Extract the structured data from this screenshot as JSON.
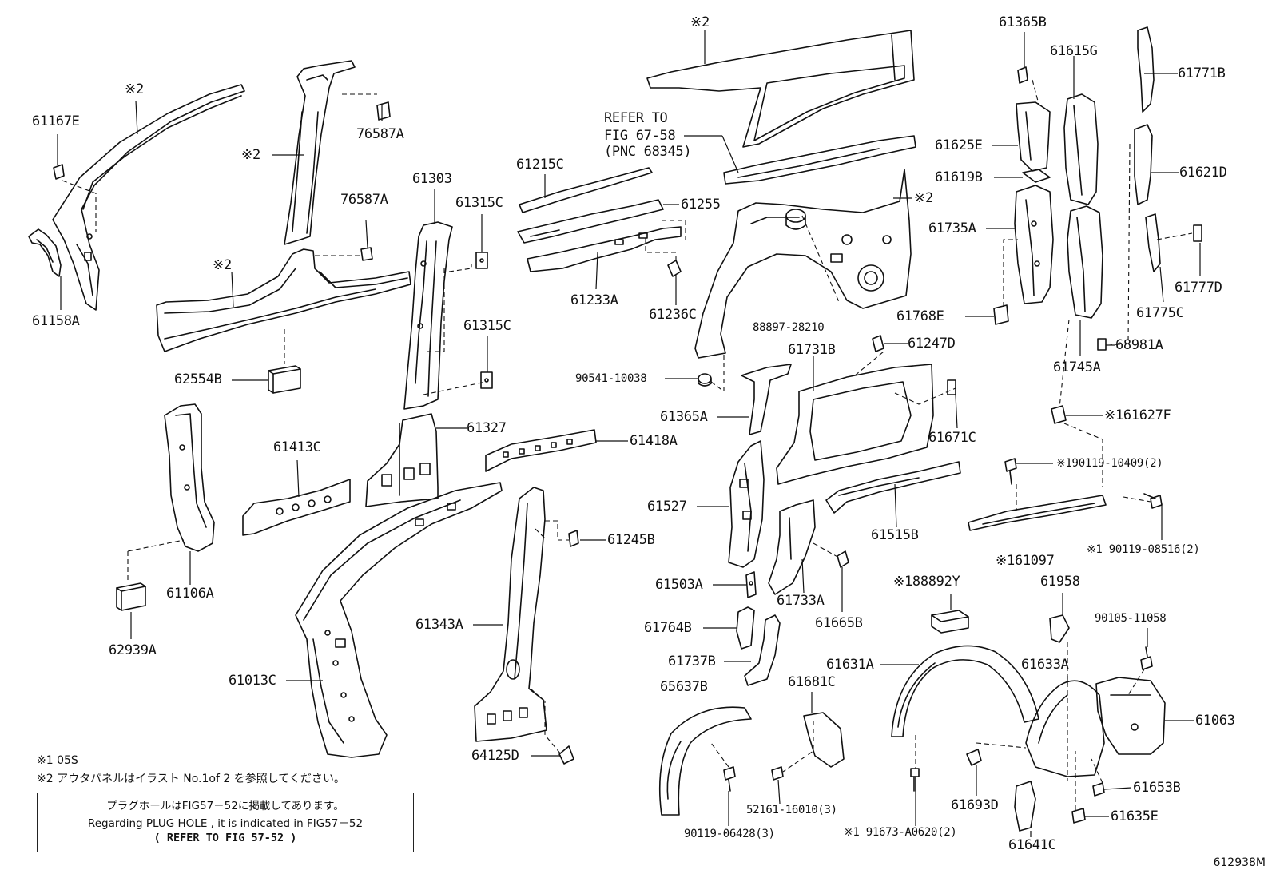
{
  "labels": {
    "p61167E": "61167E",
    "p61158A": "61158A",
    "mark2_a": "※2",
    "mark2_b": "※2",
    "mark2_c": "※2",
    "mark2_d": "※2",
    "mark2_e": "※2",
    "p76587A_1": "76587A",
    "p76587A_2": "76587A",
    "p62554B": "62554B",
    "p61106A": "61106A",
    "p62939A": "62939A",
    "p61303": "61303",
    "p61315C_1": "61315C",
    "p61315C_2": "61315C",
    "p61413C": "61413C",
    "p61327": "61327",
    "p61418A": "61418A",
    "p61013C": "61013C",
    "p61343A": "61343A",
    "p61245B": "61245B",
    "p64125D": "64125D",
    "p61215C": "61215C",
    "p61255": "61255",
    "p61233A": "61233A",
    "p61236C": "61236C",
    "refer_1": "REFER TO",
    "refer_2": "FIG 67-58",
    "refer_3": "(PNC 68345)",
    "p88897": "88897-28210",
    "p90541": "90541-10038",
    "p61365A": "61365A",
    "p61527": "61527",
    "p61503A": "61503A",
    "p61764B": "61764B",
    "p61737B": "61737B",
    "p65637B": "65637B",
    "p90119_06428": "90119-06428(3)",
    "p61681C": "61681C",
    "p52161": "52161-16010(3)",
    "p61731B": "61731B",
    "p61247D": "61247D",
    "p61671C": "61671C",
    "p61515B": "61515B",
    "p61733A": "61733A",
    "p61665B": "61665B",
    "p61631A": "61631A",
    "p188892Y": "※188892Y",
    "p91673": "※1 91673-A0620(2)",
    "p61693D": "61693D",
    "p61641C": "61641C",
    "p61365B": "61365B",
    "p61625E": "61625E",
    "p61619B": "61619B",
    "p61735A": "61735A",
    "p61768E": "61768E",
    "p61615G": "61615G",
    "p61745A": "61745A",
    "p61771B": "61771B",
    "p61621D": "61621D",
    "p61777D": "61777D",
    "p61775C": "61775C",
    "p68981A": "68981A",
    "p161627F": "※161627F",
    "p190119_10409": "※190119-10409(2)",
    "p190119_08516": "※1 90119-08516(2)",
    "p161097": "※161097",
    "p61958": "61958",
    "p90105": "90105-11058",
    "p61633A": "61633A",
    "p61063": "61063",
    "p61653B": "61653B",
    "p61635E": "61635E"
  },
  "notes": {
    "line1": "※1 05S",
    "line2": "※2 アウタパネルはイラスト No.1of 2 を参照してください。"
  },
  "notebox": {
    "line1": "プラグホールはFIG57－52に掲載してあります。",
    "line2": "Regarding PLUG HOLE , it is indicated in FIG57－52",
    "line3": "(   REFER TO FIG 57-52   )"
  },
  "catalog_number": "612938M"
}
